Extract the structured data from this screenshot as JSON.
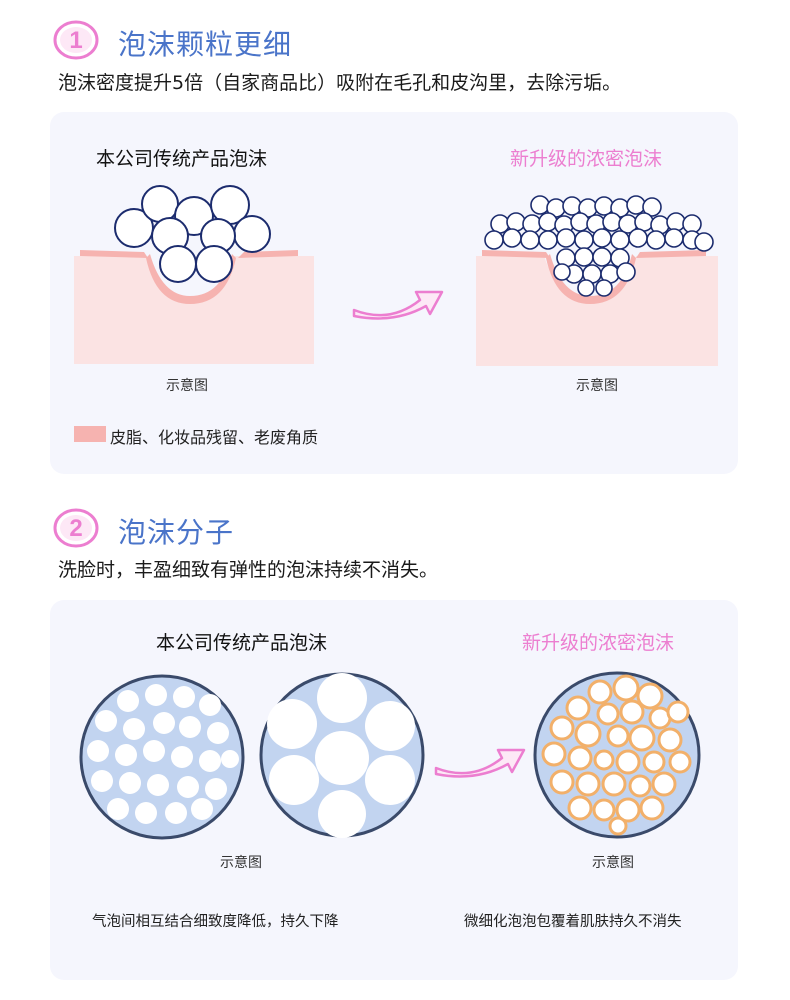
{
  "section1": {
    "number": "1",
    "title": "泡沫颗粒更细",
    "description": "泡沫密度提升5倍（自家商品比）吸附在毛孔和皮沟里，去除污垢。",
    "old_label": "本公司传统产品泡沫",
    "new_label": "新升级的浓密泡沫",
    "old_caption": "示意图",
    "new_caption": "示意图",
    "legend_text": "皮脂、化妆品残留、老废角质"
  },
  "section2": {
    "number": "2",
    "title": "泡沫分子",
    "description": "洗脸时，丰盈细致有弹性的泡沫持续不消失。",
    "old_label": "本公司传统产品泡沫",
    "new_label": "新升级的浓密泡沫",
    "old_caption": "示意图",
    "new_caption": "示意图",
    "old_note": "气泡间相互结合细致度降低，持久下降",
    "new_note": "微细化泡泡包覆着肌肤持久不消失"
  },
  "colors": {
    "title_blue": "#4a74c9",
    "accent_pink": "#ec7ed0",
    "skin": "#fbe3e3",
    "dirt": "#f6b3b0",
    "bubble_outline": "#1c2c6e",
    "foam_blue": "#c2d4f0",
    "foam_orange": "#f2b06a",
    "panel_bg": "#f5f6fd"
  },
  "icons": {
    "arrow": "curved-arrow-right-icon",
    "number_badge": "circled-number-icon"
  }
}
